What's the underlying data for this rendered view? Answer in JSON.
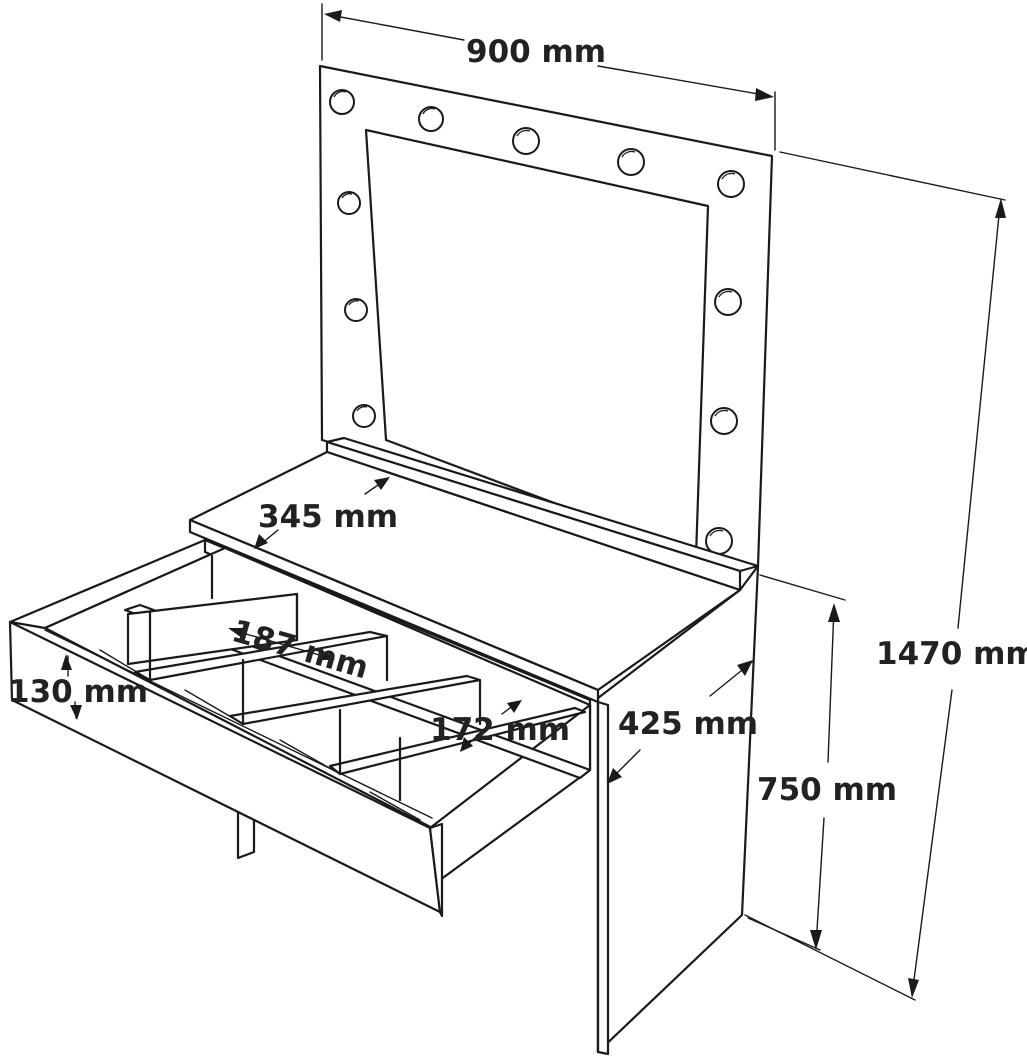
{
  "dimensions": {
    "width": "900 mm",
    "total_height": "1470 mm",
    "table_height": "750 mm",
    "depth": "425 mm",
    "shelf_depth": "345 mm",
    "drawer_height": "130 mm",
    "compartment_width": "187 mm",
    "compartment_depth": "172 mm"
  },
  "colors": {
    "line": "#1a1a1a",
    "text": "#222222",
    "background": "#ffffff"
  }
}
